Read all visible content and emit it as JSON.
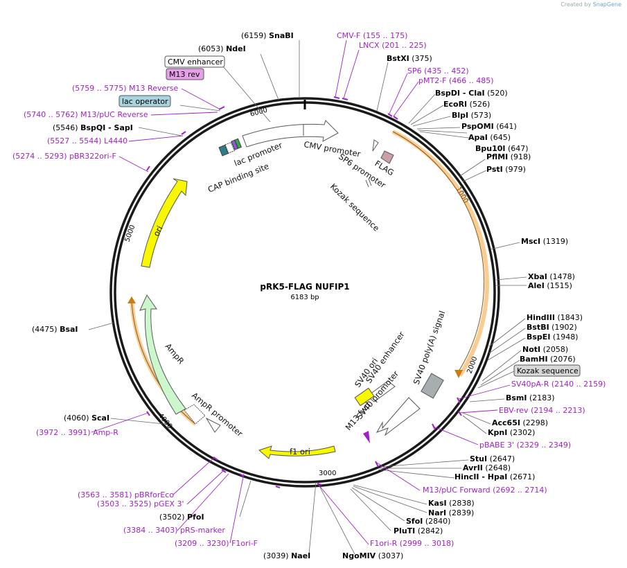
{
  "credit": {
    "prefix": "Created by",
    "brand": "SnapGene"
  },
  "plasmid": {
    "name": "pRK5-FLAG NUFIP1",
    "length": "6183 bp"
  },
  "ticks": [
    "1000",
    "2000",
    "3000",
    "4000",
    "5000",
    "6000"
  ],
  "sites": [
    {
      "name": "SnaBI",
      "pos": "(6159)"
    },
    {
      "name": "NdeI",
      "pos": "(6053)"
    },
    {
      "name": "BstXI",
      "pos": "(375)"
    },
    {
      "name": "BspDI - ClaI",
      "pos": "(520)"
    },
    {
      "name": "EcoRI",
      "pos": "(526)"
    },
    {
      "name": "BlpI",
      "pos": "(573)"
    },
    {
      "name": "PspOMI",
      "pos": "(641)"
    },
    {
      "name": "ApaI",
      "pos": "(645)"
    },
    {
      "name": "Bpu10I",
      "pos": "(647)"
    },
    {
      "name": "PflMI",
      "pos": "(918)"
    },
    {
      "name": "PstI",
      "pos": "(979)"
    },
    {
      "name": "MscI",
      "pos": "(1319)"
    },
    {
      "name": "XbaI",
      "pos": "(1478)"
    },
    {
      "name": "AleI",
      "pos": "(1515)"
    },
    {
      "name": "HindIII",
      "pos": "(1843)"
    },
    {
      "name": "BstBI",
      "pos": "(1902)"
    },
    {
      "name": "BspEI",
      "pos": "(1948)"
    },
    {
      "name": "NotI",
      "pos": "(2058)"
    },
    {
      "name": "BamHI",
      "pos": "(2076)"
    },
    {
      "name": "BsmI",
      "pos": "(2183)"
    },
    {
      "name": "Acc65I",
      "pos": "(2298)"
    },
    {
      "name": "KpnI",
      "pos": "(2302)"
    },
    {
      "name": "StuI",
      "pos": "(2647)"
    },
    {
      "name": "AvrII",
      "pos": "(2648)"
    },
    {
      "name": "HincII - HpaI",
      "pos": "(2671)"
    },
    {
      "name": "KasI",
      "pos": "(2838)"
    },
    {
      "name": "NarI",
      "pos": "(2839)"
    },
    {
      "name": "SfoI",
      "pos": "(2840)"
    },
    {
      "name": "PluTI",
      "pos": "(2842)"
    },
    {
      "name": "NgoMIV",
      "pos": "(3037)"
    },
    {
      "name": "NaeI",
      "pos": "(3039)"
    },
    {
      "name": "PfoI",
      "pos": "(3502)"
    },
    {
      "name": "ScaI",
      "pos": "(4060)"
    },
    {
      "name": "BsaI",
      "pos": "(4475)"
    },
    {
      "name": "BspQI - SapI",
      "pos": "(5546)"
    }
  ],
  "primers": [
    {
      "name": "CMV-F",
      "range": "(155 .. 175)"
    },
    {
      "name": "LNCX",
      "range": "(201 .. 225)"
    },
    {
      "name": "SP6",
      "range": "(435 .. 452)"
    },
    {
      "name": "pMT2-F",
      "range": "(466 .. 485)"
    },
    {
      "name": "M13 Reverse",
      "range": "(5759 .. 5775)"
    },
    {
      "name": "M13/pUC Reverse",
      "range": "(5740 .. 5762)"
    },
    {
      "name": "L4440",
      "range": "(5527 .. 5544)"
    },
    {
      "name": "pBR322ori-F",
      "range": "(5274 .. 5293)"
    },
    {
      "name": "SV40pA-R",
      "range": "(2140 .. 2159)"
    },
    {
      "name": "EBV-rev",
      "range": "(2194 .. 2213)"
    },
    {
      "name": "pBABE 3'",
      "range": "(2329 .. 2349)"
    },
    {
      "name": "M13/pUC Forward",
      "range": "(2692 .. 2714)"
    },
    {
      "name": "F1ori-R",
      "range": "(2999 .. 3018)"
    },
    {
      "name": "Amp-R",
      "range": "(3972 .. 3991)"
    },
    {
      "name": "pBRforEco",
      "range": "(3563 .. 3581)"
    },
    {
      "name": "pGEX 3'",
      "range": "(3503 .. 3525)"
    },
    {
      "name": "pRS-marker",
      "range": "(3384 .. 3403)"
    },
    {
      "name": "F1ori-F",
      "range": "(3209 .. 3230)"
    }
  ],
  "boxed": {
    "cmv_enhancer": "CMV enhancer",
    "m13_rev": "M13 rev",
    "lac_operator": "lac operator",
    "kozak": "Kozak sequence"
  },
  "features": {
    "cmv_promoter": "CMV promoter",
    "lac_promoter": "lac promoter",
    "cap_site": "CAP binding site",
    "flag": "FLAG",
    "sp6_promoter": "SP6 promoter",
    "kozak": "Kozak sequence",
    "ori": "ori",
    "ampr": "AmpR",
    "ampr_promoter": "AmpR promoter",
    "f1_ori": "f1 ori",
    "sv40_ori": "SV40 ori",
    "sv40_enhancer": "SV40 enhancer",
    "sv40_promoter": "SV40 promoter",
    "m13_fwd": "M13 fwd",
    "sv40_polya": "SV40 poly(A) signal"
  },
  "colors": {
    "backbone": "#1a1a1a",
    "primer": "#a020c8",
    "ori": "#f7f700",
    "ampr": "#ccf7cc",
    "insert_orf": "#f2a23a",
    "polya": "#a8adb0",
    "flag": "#c9a0a8",
    "cap_site": "#2e7d8c",
    "lac_operator_box": "#a8d4e0",
    "m13_rev_box": "#e6a0ea",
    "kozak_box": "#d8d8d8"
  }
}
